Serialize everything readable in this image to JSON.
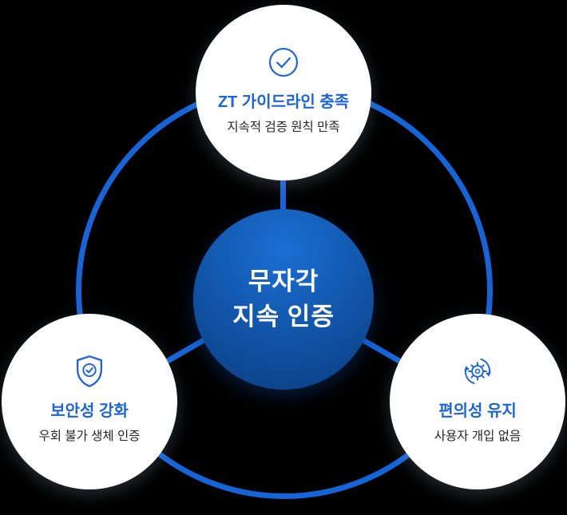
{
  "center": {
    "line1": "무자각",
    "line2": "지속 인증"
  },
  "nodes": [
    {
      "id": "zt-guideline",
      "icon": "check-circle-icon",
      "title": "ZT 가이드라인 충족",
      "subtitle": "지속적 검증 원칙 만족"
    },
    {
      "id": "security",
      "icon": "shield-check-icon",
      "title": "보안성 강화",
      "subtitle": "우회 불가 생체 인증"
    },
    {
      "id": "convenience",
      "icon": "gear-refresh-icon",
      "title": "편의성 유지",
      "subtitle": "사용자 개입 없음"
    }
  ],
  "colors": {
    "background": "#000000",
    "ring": "#1565d9",
    "accent": "#1b64da",
    "subtitle": "#222428",
    "node_bg": "#ffffff",
    "center_grad_start": "#1a6fd4",
    "center_grad_end": "#0a3c80",
    "center_text": "#ffffff"
  }
}
